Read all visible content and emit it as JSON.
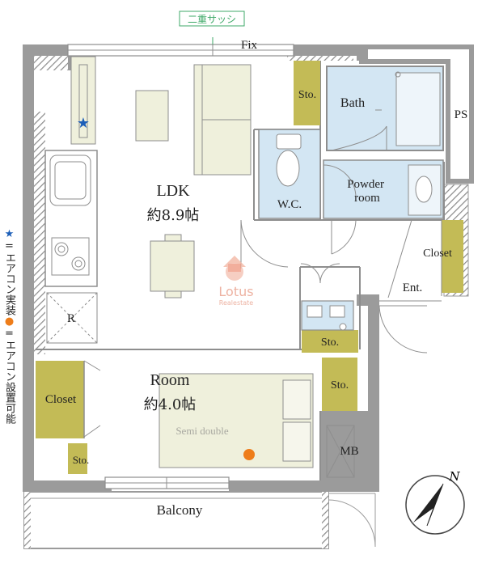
{
  "labels": {
    "double_sash": "二重サッシ",
    "fix": "Fix",
    "storage": "Sto.",
    "bath": "Bath",
    "ps": "PS",
    "wc": "W.C.",
    "powder_room": "Powder room",
    "ldk": "LDK",
    "ldk_size": "約8.9帖",
    "closet": "Closet",
    "entrance": "Ent.",
    "refrigerator": "R",
    "room": "Room",
    "room_size": "約4.0帖",
    "bed": "Semi double",
    "mb": "MB",
    "balcony": "Balcony",
    "north": "N"
  },
  "legend": {
    "ac_unit_symbol": "★",
    "ac_unit_text": "=エアコン実装",
    "ac_possible_symbol": "●",
    "ac_possible_text": "=エアコン設置可能"
  },
  "logo": {
    "name": "Lotus",
    "sub": "Realestate"
  },
  "colors": {
    "wall": "#9b9b9b",
    "storage": "#c3bb56",
    "wet_area": "#d3e6f3",
    "furniture": "#eff0dc",
    "ac_unit": "#1d5fb8",
    "ac_possible": "#ee7d1a",
    "window": "#3fa968"
  }
}
